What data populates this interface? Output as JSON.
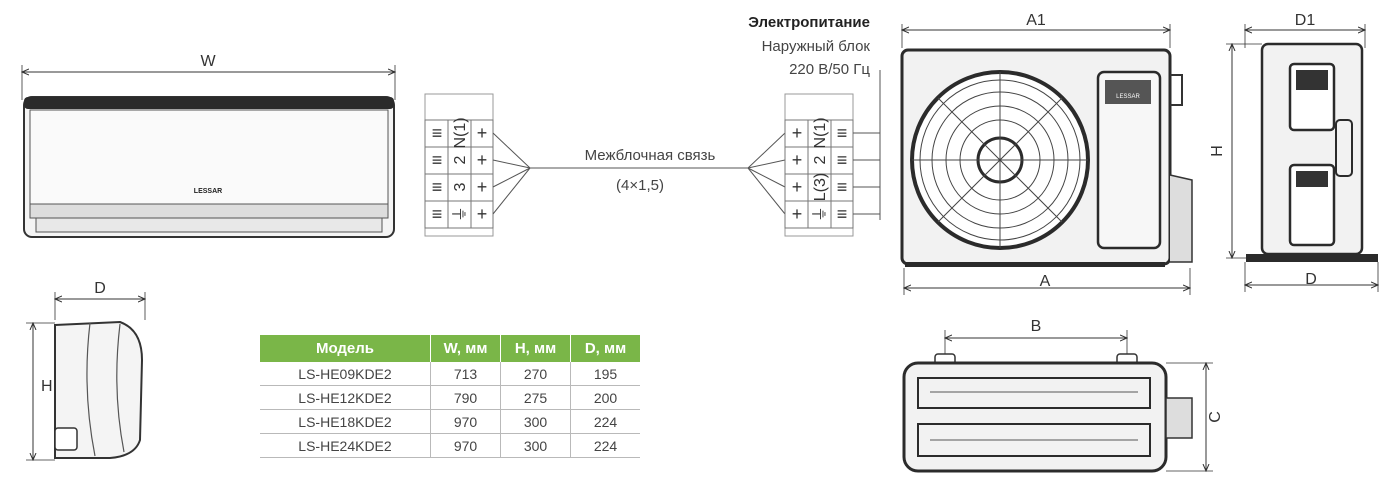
{
  "dimensions": {
    "indoor": {
      "width": "W",
      "depth": "D",
      "height": "H"
    },
    "outdoor": {
      "width": "A",
      "fan_width": "A1",
      "depth": "D1",
      "depth_total": "D",
      "height": "H",
      "mount_spacing": "B",
      "base_depth": "C"
    }
  },
  "brand": {
    "logo_text": "LESSAR"
  },
  "power": {
    "title": "Электропитание",
    "unit": "Наружный блок",
    "spec": "220 В/50 Гц"
  },
  "connection": {
    "label": "Межблочная связь",
    "cable": "(4×1,5)"
  },
  "indoor_terminals": [
    "N(1)",
    "2",
    "3",
    "⏚"
  ],
  "outdoor_terminals": [
    "N(1)",
    "2",
    "L(3)",
    "⏚"
  ],
  "table": {
    "headers": [
      "Модель",
      "W, мм",
      "H, мм",
      "D, мм"
    ],
    "rows": [
      [
        "LS-HE09KDE2",
        "713",
        "270",
        "195"
      ],
      [
        "LS-HE12KDE2",
        "790",
        "275",
        "200"
      ],
      [
        "LS-HE18KDE2",
        "970",
        "300",
        "224"
      ],
      [
        "LS-HE24KDE2",
        "970",
        "300",
        "224"
      ]
    ]
  },
  "colors": {
    "header_green": "#7ab648",
    "line": "#333333",
    "unit_dark": "#2b2b2b"
  }
}
